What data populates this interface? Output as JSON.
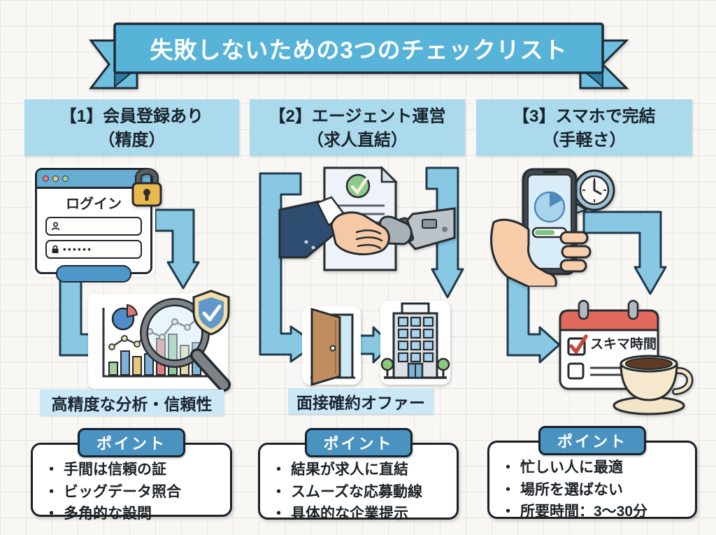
{
  "bullet": "・",
  "banner": {
    "title": "失敗しないための3つのチェックリスト"
  },
  "columns": [
    {
      "header_line1": "【1】会員登録あり",
      "header_line2": "（精度）",
      "caption": "高精度な分析・信頼性",
      "points_title": "ポイント",
      "points": [
        "手間は信頼の証",
        "ビッグデータ照合",
        "多角的な設問"
      ],
      "icons": [
        "login-window",
        "lock-icon",
        "analysis-chart-icon",
        "magnifier-icon",
        "shield-check-icon"
      ]
    },
    {
      "header_line1": "【2】エージェント運営",
      "header_line2": "（求人直結）",
      "caption": "面接確約オファー",
      "points_title": "ポイント",
      "points": [
        "結果が求人に直結",
        "スムーズな応募動線",
        "具体的な企業提示"
      ],
      "icons": [
        "contract-check-icon",
        "handshake-robot-icon",
        "door-icon",
        "office-building-icon"
      ]
    },
    {
      "header_line1": "【3】スマホで完結",
      "header_line2": "（手軽さ）",
      "points_title": "ポイント",
      "points": [
        "忙しい人に最適",
        "場所を選ばない",
        "所要時間：3〜30分"
      ],
      "calendar_label": "スキマ時間",
      "icons": [
        "smartphone-hand-icon",
        "clock-icon",
        "calendar-check-icon",
        "coffee-cup-icon"
      ]
    }
  ],
  "login_window": {
    "title": "ログイン",
    "password_masked": "••••••"
  },
  "colors": {
    "ribbon_blue": "#57b3d8",
    "header_blue": "#abdaec",
    "arrow_blue": "#88c8e3",
    "tab_blue": "#4a92c0",
    "caption_blue": "#cbe8f6",
    "outline_dark": "#22313c",
    "calendar_red": "#e06a5c",
    "check_green": "#8cc98d",
    "lock_gold": "#eab94d"
  }
}
